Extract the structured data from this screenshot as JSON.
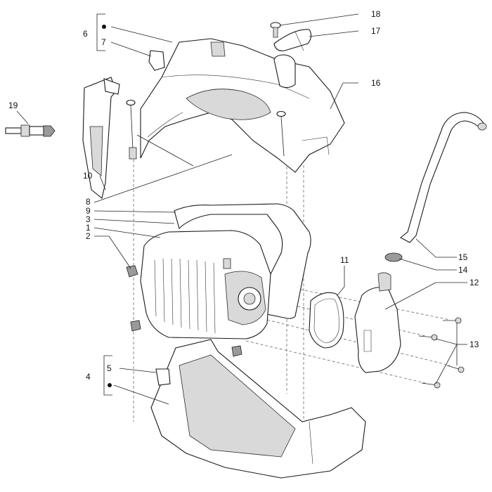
{
  "diagram": {
    "callouts": {
      "c1": "1",
      "c2": "2",
      "c3": "3",
      "c4": "4",
      "c5": "5",
      "c6": "6",
      "c7": "7",
      "c8": "8",
      "c9": "9",
      "c10": "10",
      "c11": "11",
      "c12": "12",
      "c13": "13",
      "c14": "14",
      "c15": "15",
      "c16": "16",
      "c17": "17",
      "c18": "18",
      "c19": "19"
    },
    "colors": {
      "line": "#1a1a1a",
      "shade": "#d9d9d9",
      "dark": "#9a9a9a",
      "background": "#ffffff"
    }
  }
}
